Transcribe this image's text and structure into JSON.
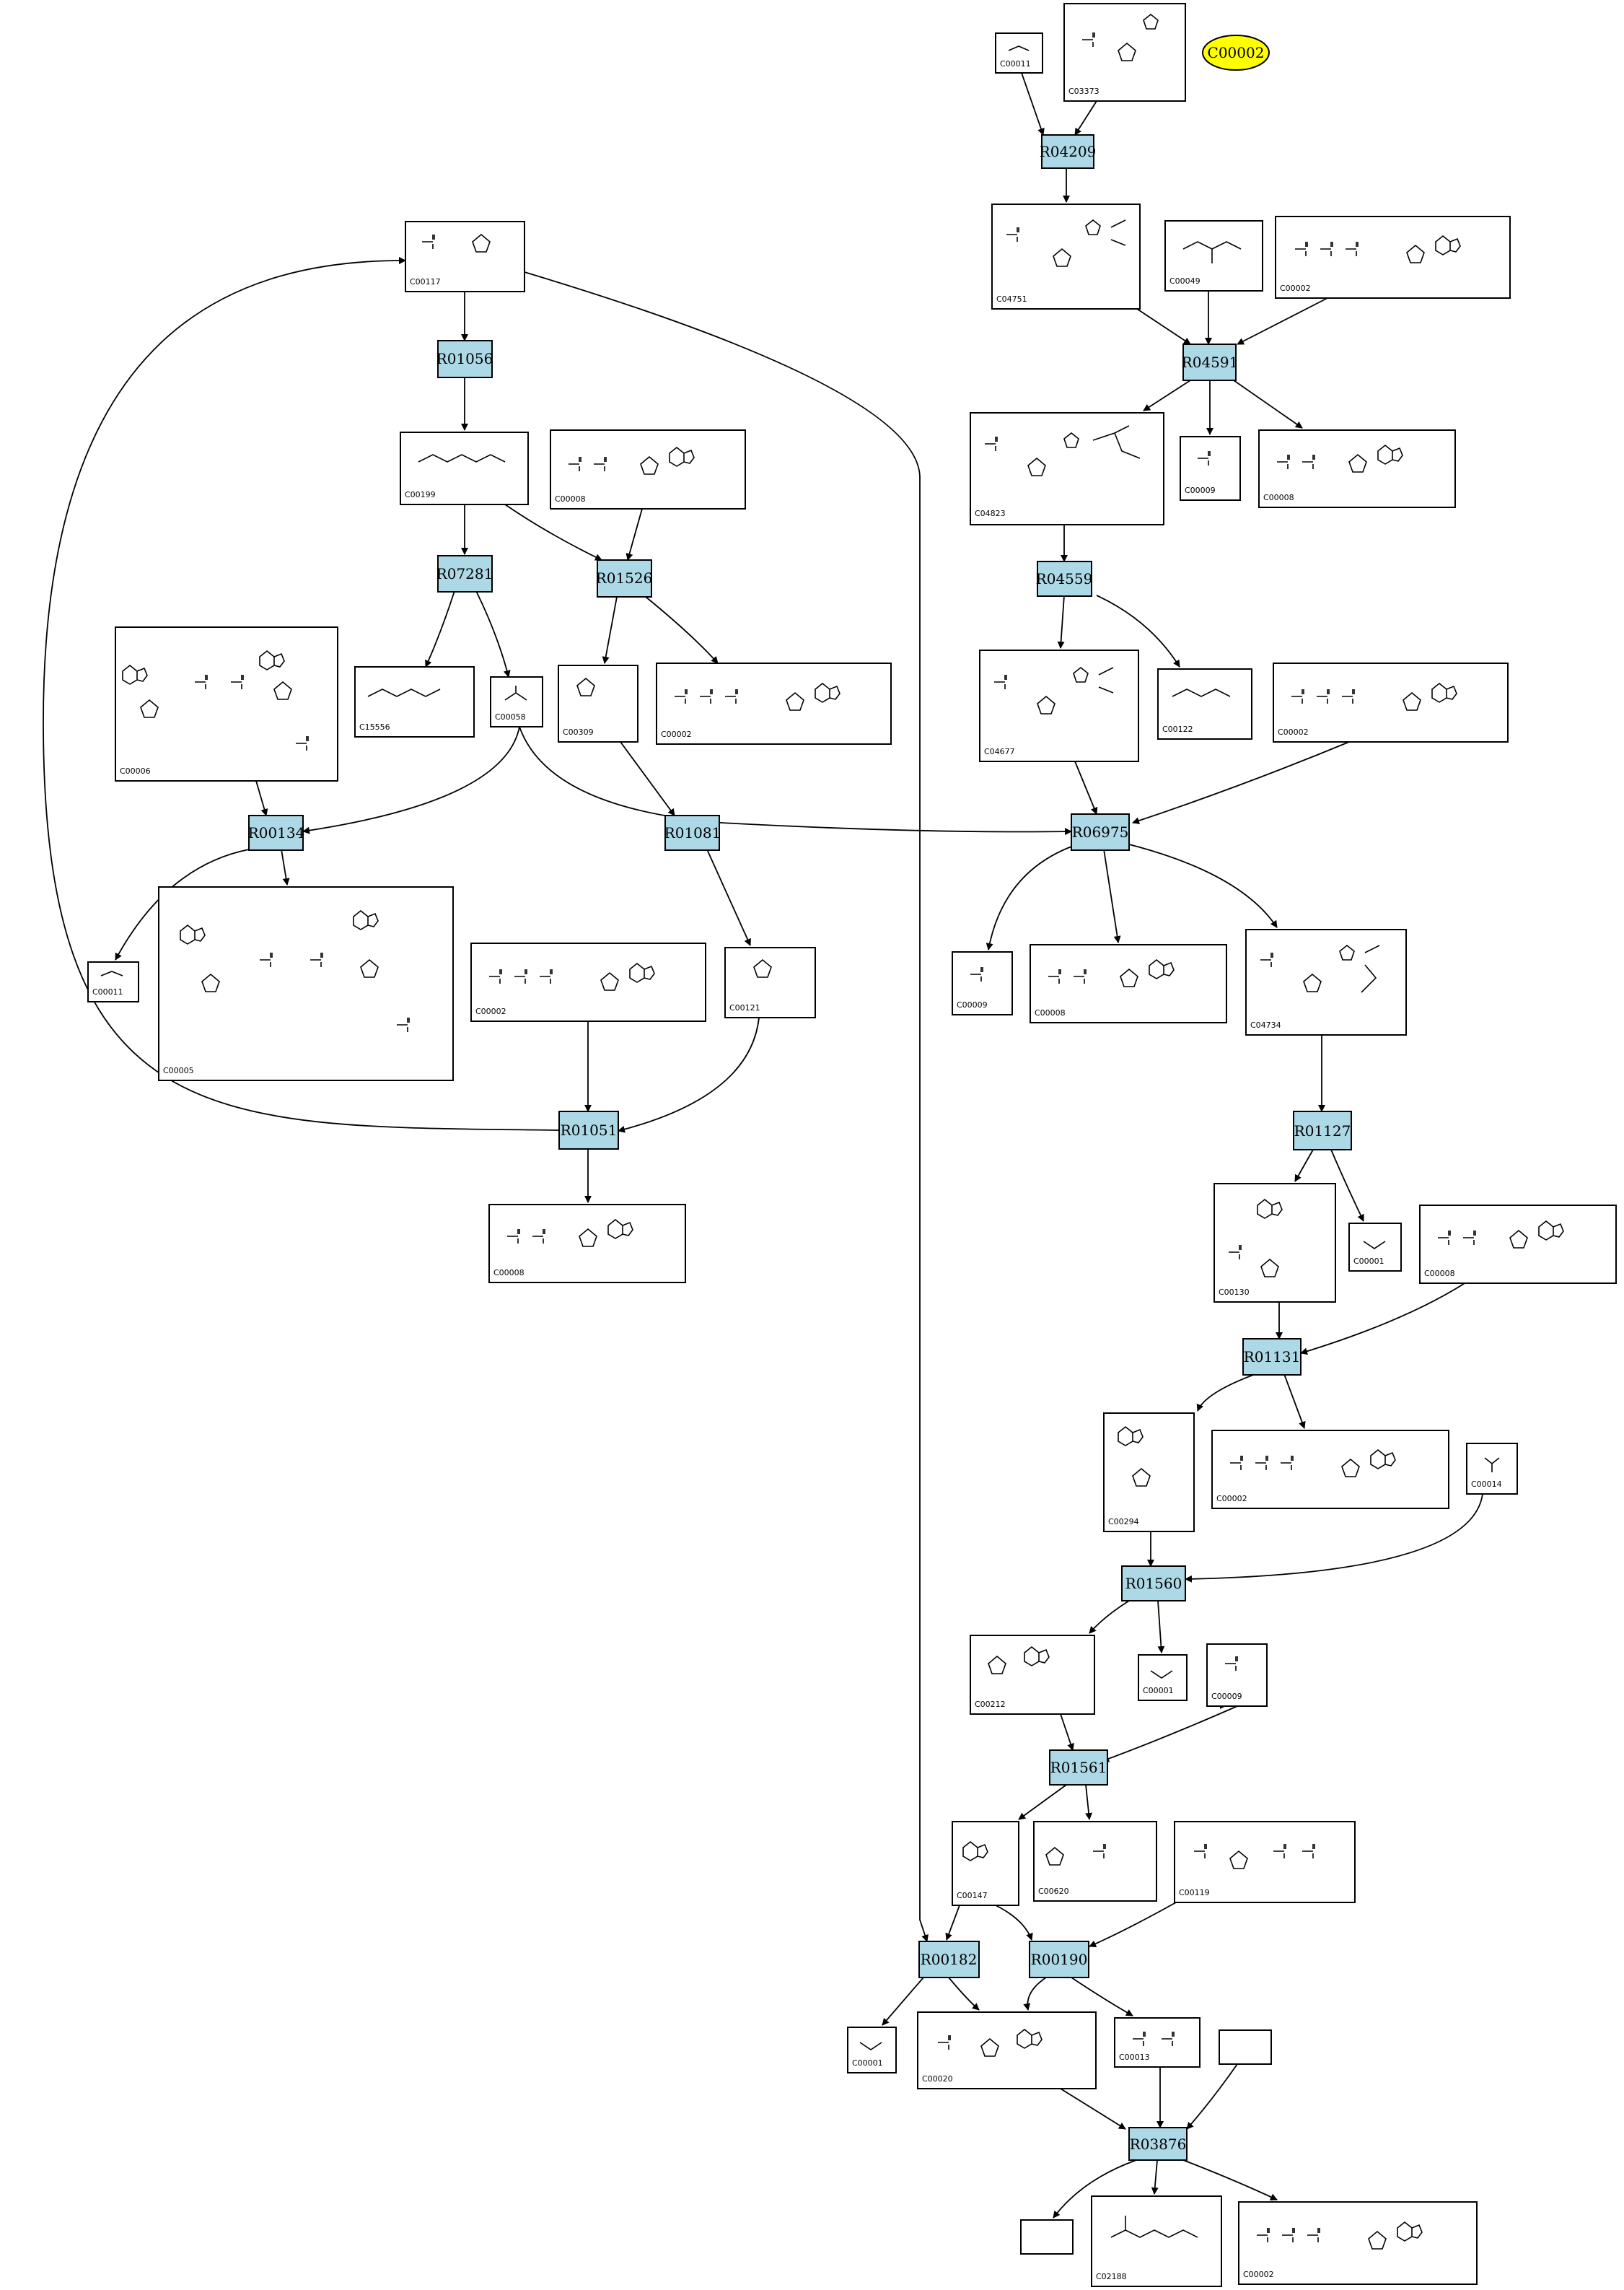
{
  "highlight": {
    "label": "C00002",
    "fill": "#ffff00"
  },
  "colors": {
    "reaction_fill": "#add8e6",
    "stroke": "#000000",
    "background": "#ffffff"
  },
  "reactions": [
    {
      "id": "R04209",
      "label": "R04209"
    },
    {
      "id": "R04591",
      "label": "R04591"
    },
    {
      "id": "R01056",
      "label": "R01056"
    },
    {
      "id": "R07281",
      "label": "R07281"
    },
    {
      "id": "R01526",
      "label": "R01526"
    },
    {
      "id": "R04559",
      "label": "R04559"
    },
    {
      "id": "R00134",
      "label": "R00134"
    },
    {
      "id": "R01081",
      "label": "R01081"
    },
    {
      "id": "R06975",
      "label": "R06975"
    },
    {
      "id": "R01051",
      "label": "R01051"
    },
    {
      "id": "R01127",
      "label": "R01127"
    },
    {
      "id": "R01131",
      "label": "R01131"
    },
    {
      "id": "R01560",
      "label": "R01560"
    },
    {
      "id": "R01561",
      "label": "R01561"
    },
    {
      "id": "R00182",
      "label": "R00182"
    },
    {
      "id": "R00190",
      "label": "R00190"
    },
    {
      "id": "R03876",
      "label": "R03876"
    }
  ],
  "compounds": [
    {
      "key": "c00011_a",
      "label": "C00011"
    },
    {
      "key": "c03373",
      "label": "C03373"
    },
    {
      "key": "c04751",
      "label": "C04751"
    },
    {
      "key": "c00049",
      "label": "C00049"
    },
    {
      "key": "c00002_a",
      "label": "C00002"
    },
    {
      "key": "c00117",
      "label": "C00117"
    },
    {
      "key": "c04823",
      "label": "C04823"
    },
    {
      "key": "c00009_a",
      "label": "C00009"
    },
    {
      "key": "c00008_a",
      "label": "C00008"
    },
    {
      "key": "c00199",
      "label": "C00199"
    },
    {
      "key": "c00008_b",
      "label": "C00008"
    },
    {
      "key": "c00006",
      "label": "C00006"
    },
    {
      "key": "c15556",
      "label": "C15556"
    },
    {
      "key": "c00058",
      "label": "C00058"
    },
    {
      "key": "c00309",
      "label": "C00309"
    },
    {
      "key": "c00002_b",
      "label": "C00002"
    },
    {
      "key": "c04677",
      "label": "C04677"
    },
    {
      "key": "c00122",
      "label": "C00122"
    },
    {
      "key": "c00002_c",
      "label": "C00002"
    },
    {
      "key": "c00011_b",
      "label": "C00011"
    },
    {
      "key": "c00005",
      "label": "C00005"
    },
    {
      "key": "c00002_d",
      "label": "C00002"
    },
    {
      "key": "c00121",
      "label": "C00121"
    },
    {
      "key": "c00009_b",
      "label": "C00009"
    },
    {
      "key": "c00008_c",
      "label": "C00008"
    },
    {
      "key": "c04734",
      "label": "C04734"
    },
    {
      "key": "c00008_d",
      "label": "C00008"
    },
    {
      "key": "c00130",
      "label": "C00130"
    },
    {
      "key": "c00001_a",
      "label": "C00001"
    },
    {
      "key": "c00008_e",
      "label": "C00008"
    },
    {
      "key": "c00294",
      "label": "C00294"
    },
    {
      "key": "c00002_e",
      "label": "C00002"
    },
    {
      "key": "c00014",
      "label": "C00014"
    },
    {
      "key": "c00212",
      "label": "C00212"
    },
    {
      "key": "c00001_b",
      "label": "C00001"
    },
    {
      "key": "c00009_c",
      "label": "C00009"
    },
    {
      "key": "c00147",
      "label": "C00147"
    },
    {
      "key": "c00620",
      "label": "C00620"
    },
    {
      "key": "c00119",
      "label": "C00119"
    },
    {
      "key": "c00001_c",
      "label": "C00001"
    },
    {
      "key": "c00020",
      "label": "C00020"
    },
    {
      "key": "c00013",
      "label": "C00013"
    },
    {
      "key": "blank_a",
      "label": ""
    },
    {
      "key": "blank_b",
      "label": ""
    },
    {
      "key": "c02188",
      "label": "C02188"
    },
    {
      "key": "c00002_f",
      "label": "C00002"
    }
  ]
}
